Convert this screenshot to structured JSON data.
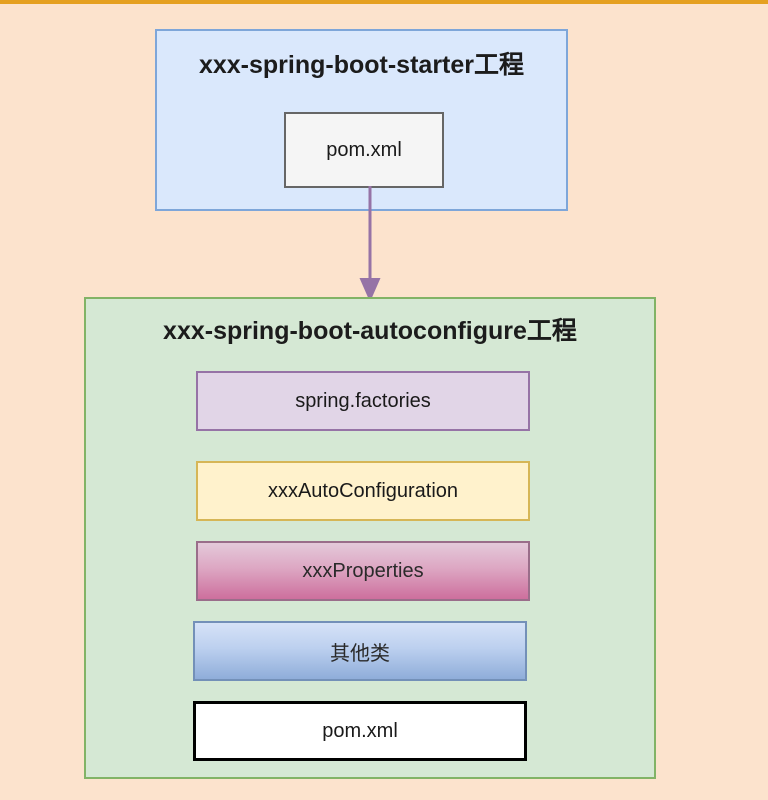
{
  "page": {
    "background_color": "#fce3cd",
    "top_rule_color": "#e5a020"
  },
  "diagram": {
    "type": "block-diagram",
    "title_starter": "xxx-spring-boot-starter工程",
    "title_autoconfigure": "xxx-spring-boot-autoconfigure工程",
    "starter_container": {
      "label": "xxx-spring-boot-starter工程",
      "background_color": "#dae8fc",
      "border_color": "#7ea6d9",
      "children": [
        {
          "label": "pom.xml",
          "background_color": "#f5f5f5",
          "border_color": "#666666"
        }
      ]
    },
    "connector": {
      "kind": "arrow",
      "direction": "down",
      "color": "#9673a6",
      "from": "pom.xml",
      "to": "xxx-spring-boot-autoconfigure工程"
    },
    "autoconfigure_container": {
      "label": "xxx-spring-boot-autoconfigure工程",
      "background_color": "#d5e8d4",
      "border_color": "#82b366",
      "children": [
        {
          "label": "spring.factories",
          "background_color": "#e1d5e7",
          "border_color": "#9673a6"
        },
        {
          "label": "xxxAutoConfiguration",
          "background_color": "#fff2cc",
          "border_color": "#d6b656"
        },
        {
          "label": "xxxProperties",
          "background_color": "#dda7c3",
          "border_color": "#9a6d8a"
        },
        {
          "label": "其他类",
          "background_color": "#bcd0ef",
          "border_color": "#7390b8"
        },
        {
          "label": "pom.xml",
          "background_color": "#ffffff",
          "border_color": "#000000"
        }
      ]
    }
  }
}
